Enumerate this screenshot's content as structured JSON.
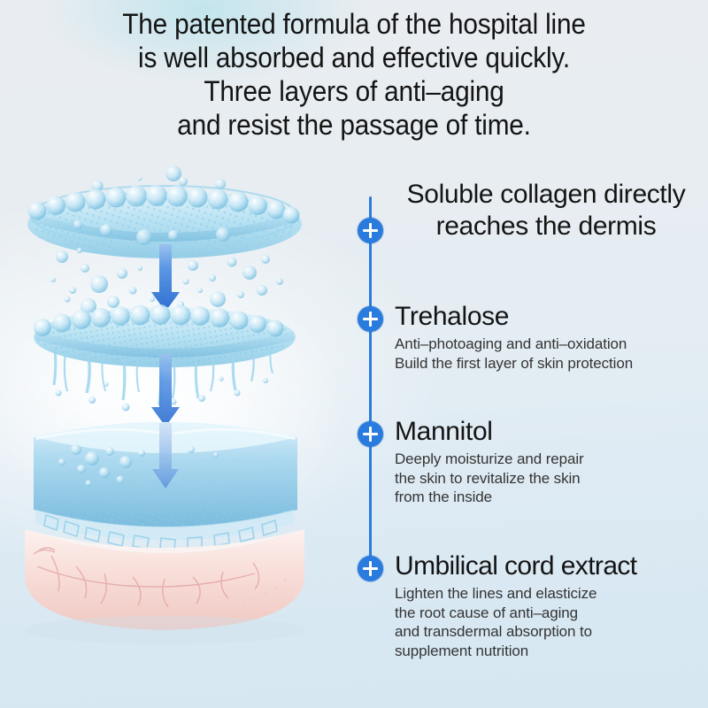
{
  "headline": {
    "lines": [
      "The patented formula of the hospital line",
      "is well absorbed and effective quickly.",
      "Three layers of anti–aging",
      "and resist the passage of time."
    ]
  },
  "colors": {
    "accent_blue": "#2a7bde",
    "arrow_blue": "#3f86df",
    "water_blue": "#9ed6ee",
    "skin_pink": "#f7dcd8",
    "heading_text": "#141414",
    "body_text": "#343434",
    "background_top": "#e9edf1",
    "background_bottom": "#d6e7f1"
  },
  "illustration": {
    "name": "three-layer-skin-absorption-diagram",
    "layers": [
      {
        "name": "top-water-disc",
        "label": ""
      },
      {
        "name": "middle-water-disc",
        "label": ""
      },
      {
        "name": "lower-water-basin",
        "label": ""
      },
      {
        "name": "skin-dermis-base",
        "label": ""
      }
    ],
    "arrows": [
      {
        "name": "absorption-arrow-upper"
      },
      {
        "name": "absorption-arrow-middle"
      },
      {
        "name": "absorption-arrow-lower"
      }
    ]
  },
  "features": [
    {
      "icon": "plus-circle-icon",
      "title": "Soluble collagen directly reaches the dermis",
      "desc": []
    },
    {
      "icon": "plus-circle-icon",
      "title": "Trehalose",
      "desc": [
        "Anti–photoaging and anti–oxidation",
        "Build the first layer of skin protection"
      ]
    },
    {
      "icon": "plus-circle-icon",
      "title": "Mannitol",
      "desc": [
        "Deeply moisturize and repair",
        "the skin to revitalize the skin",
        "from the inside"
      ]
    },
    {
      "icon": "plus-circle-icon",
      "title": "Umbilical cord extract",
      "desc": [
        "Lighten the lines and elasticize",
        "the root cause of anti–aging",
        "and transdermal absorption to",
        "supplement nutrition"
      ]
    }
  ]
}
